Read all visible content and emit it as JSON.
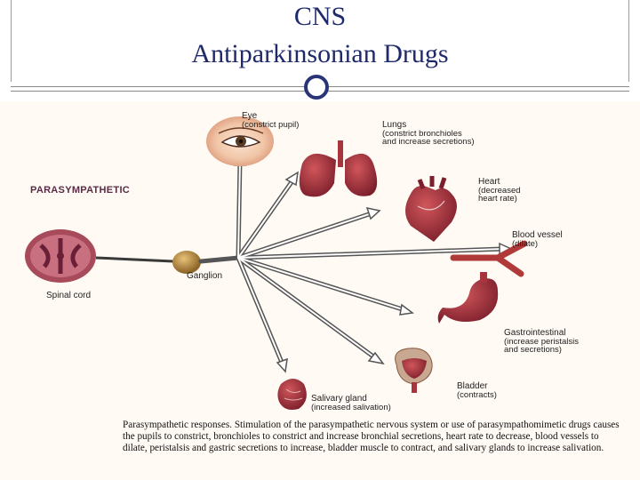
{
  "slide": {
    "title_line1": "CNS",
    "title_line2": "Antiparkinsonian Drugs"
  },
  "figure": {
    "heading": "PARASYMPATHETIC",
    "labels": {
      "eye": "Eye",
      "eye_effect": "(constrict pupil)",
      "lungs": "Lungs",
      "lungs_effect_1": "(constrict bronchioles",
      "lungs_effect_2": "and increase secretions)",
      "heart": "Heart",
      "heart_effect_1": "(decreased",
      "heart_effect_2": "heart rate)",
      "blood_vessel": "Blood vessel",
      "blood_vessel_effect": "(dilate)",
      "gi": "Gastrointestinal",
      "gi_effect_1": "(increase peristalsis",
      "gi_effect_2": "and secretions)",
      "bladder": "Bladder",
      "bladder_effect": "(contracts)",
      "salivary": "Salivary gland",
      "salivary_effect": "(increased salivation)",
      "spinal_cord": "Spinal cord",
      "ganglion": "Ganglion"
    },
    "caption": "Parasympathetic responses. Stimulation of the parasympathetic nervous system or use of parasympathomimetic drugs causes the pupils to constrict, bronchioles to constrict and increase bronchial secretions, heart rate to decrease, blood vessels to dilate, peristalsis and gastric secretions to increase, bladder muscle to contract, and salivary glands to increase salivation.",
    "colors": {
      "organ": "#a8343e",
      "organ_dark": "#6e1f2a",
      "nerve": "#3a3a3a",
      "ganglion": "#b58a3a",
      "heading": "#5b2b46"
    }
  }
}
